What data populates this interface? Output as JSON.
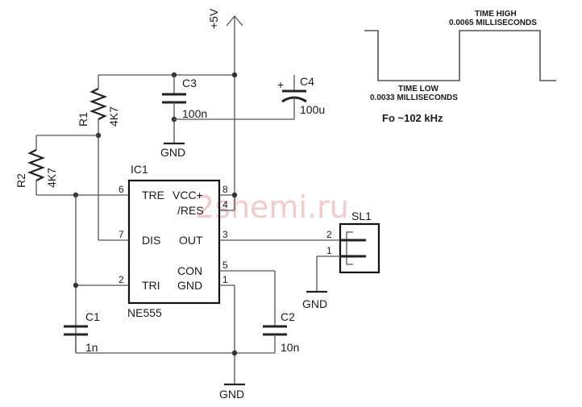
{
  "supply": {
    "label": "+5V"
  },
  "ic": {
    "ref": "IC1",
    "part": "NE555",
    "left_pins": [
      {
        "num": "6",
        "name": "TRE"
      },
      {
        "num": "7",
        "name": "DIS"
      },
      {
        "num": "2",
        "name": "TRI"
      }
    ],
    "right_pins": [
      {
        "num": "8",
        "name": "VCC+"
      },
      {
        "num": "4",
        "name": "/RES"
      },
      {
        "num": "3",
        "name": "OUT"
      },
      {
        "num": "5",
        "name": "CON"
      },
      {
        "num": "1",
        "name": "GND"
      }
    ]
  },
  "r1": {
    "ref": "R1",
    "value": "4K7"
  },
  "r2": {
    "ref": "R2",
    "value": "4K7"
  },
  "c1": {
    "ref": "C1",
    "value": "1n"
  },
  "c2": {
    "ref": "C2",
    "value": "10n"
  },
  "c3": {
    "ref": "C3",
    "value": "100n"
  },
  "c4": {
    "ref": "C4",
    "value": "100u"
  },
  "sl1": {
    "ref": "SL1",
    "pins": [
      "2",
      "1"
    ]
  },
  "gnd": {
    "label": "GND"
  },
  "plus": "+",
  "watermark": "2shemi.ru",
  "waveform": {
    "time_high_title": "TIME HIGH",
    "time_high_value": "0.0065 MILLISECONDS",
    "time_low_title": "TIME LOW",
    "time_low_value": "0.0033 MILLISECONDS",
    "frequency": "Fo ~102 kHz"
  }
}
